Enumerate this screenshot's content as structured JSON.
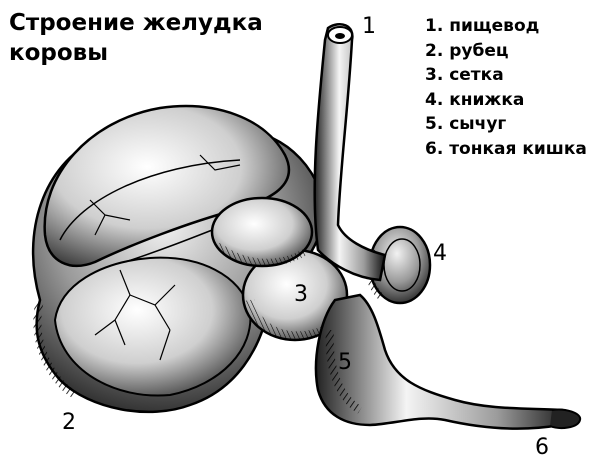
{
  "title": {
    "line1": "Строение желудка",
    "line2": "коровы"
  },
  "legend": [
    "1. пищевод",
    "2. рубец",
    "3. сетка",
    "4. книжка",
    "5. сычуг",
    "6. тонкая кишка"
  ],
  "markers": {
    "esophagus": "1",
    "rumen": "2",
    "reticulum": "3",
    "omasum": "4",
    "abomasum": "5",
    "small_intestine": "6"
  },
  "style": {
    "ink": "#000000",
    "paper": "#ffffff"
  }
}
